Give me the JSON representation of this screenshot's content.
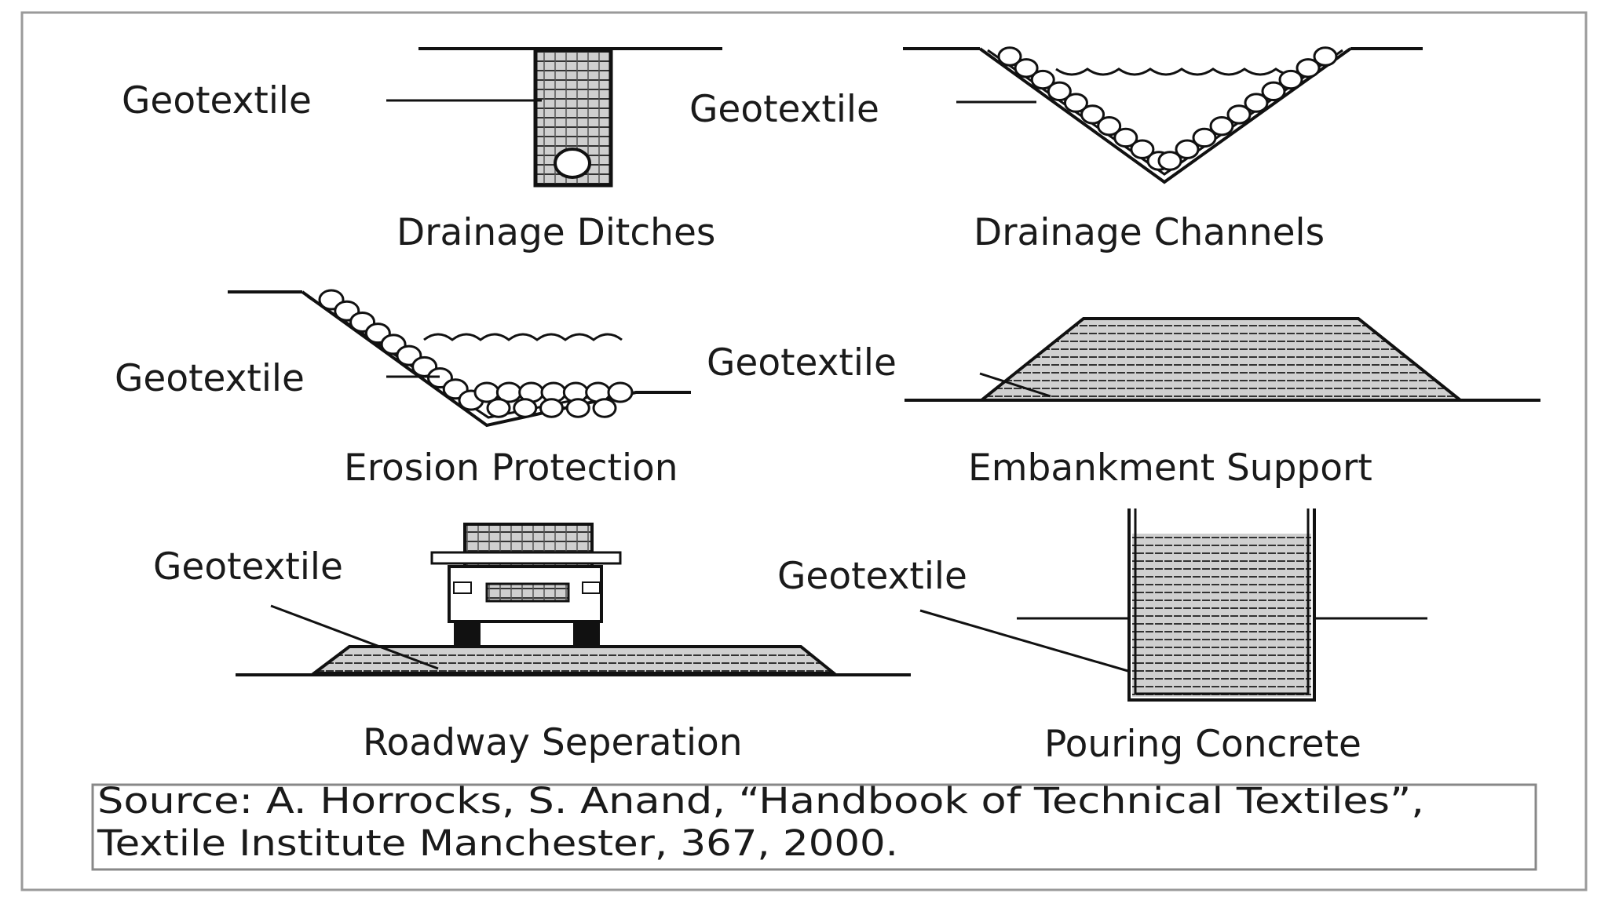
{
  "panels": {
    "drainage_ditches": {
      "label": "Geotextile",
      "caption": "Drainage Ditches"
    },
    "drainage_channels": {
      "label": "Geotextile",
      "caption": "Drainage Channels"
    },
    "erosion_protection": {
      "label": "Geotextile",
      "caption": "Erosion Protection"
    },
    "embankment_support": {
      "label": "Geotextile",
      "caption": "Embankment Support"
    },
    "roadway_separation": {
      "label": "Geotextile",
      "caption": "Roadway Seperation"
    },
    "pouring_concrete": {
      "label": "Geotextile",
      "caption": "Pouring Concrete"
    }
  },
  "source": {
    "line1": "Source: A. Horrocks, S. Anand, “Handbook of Technical Textiles”,",
    "line2": "Textile Institute Manchester, 367, 2000."
  },
  "colors": {
    "ink": "#111111",
    "fill": "#bdbdbd",
    "background": "#ffffff",
    "frame": "#9a9a9a"
  }
}
